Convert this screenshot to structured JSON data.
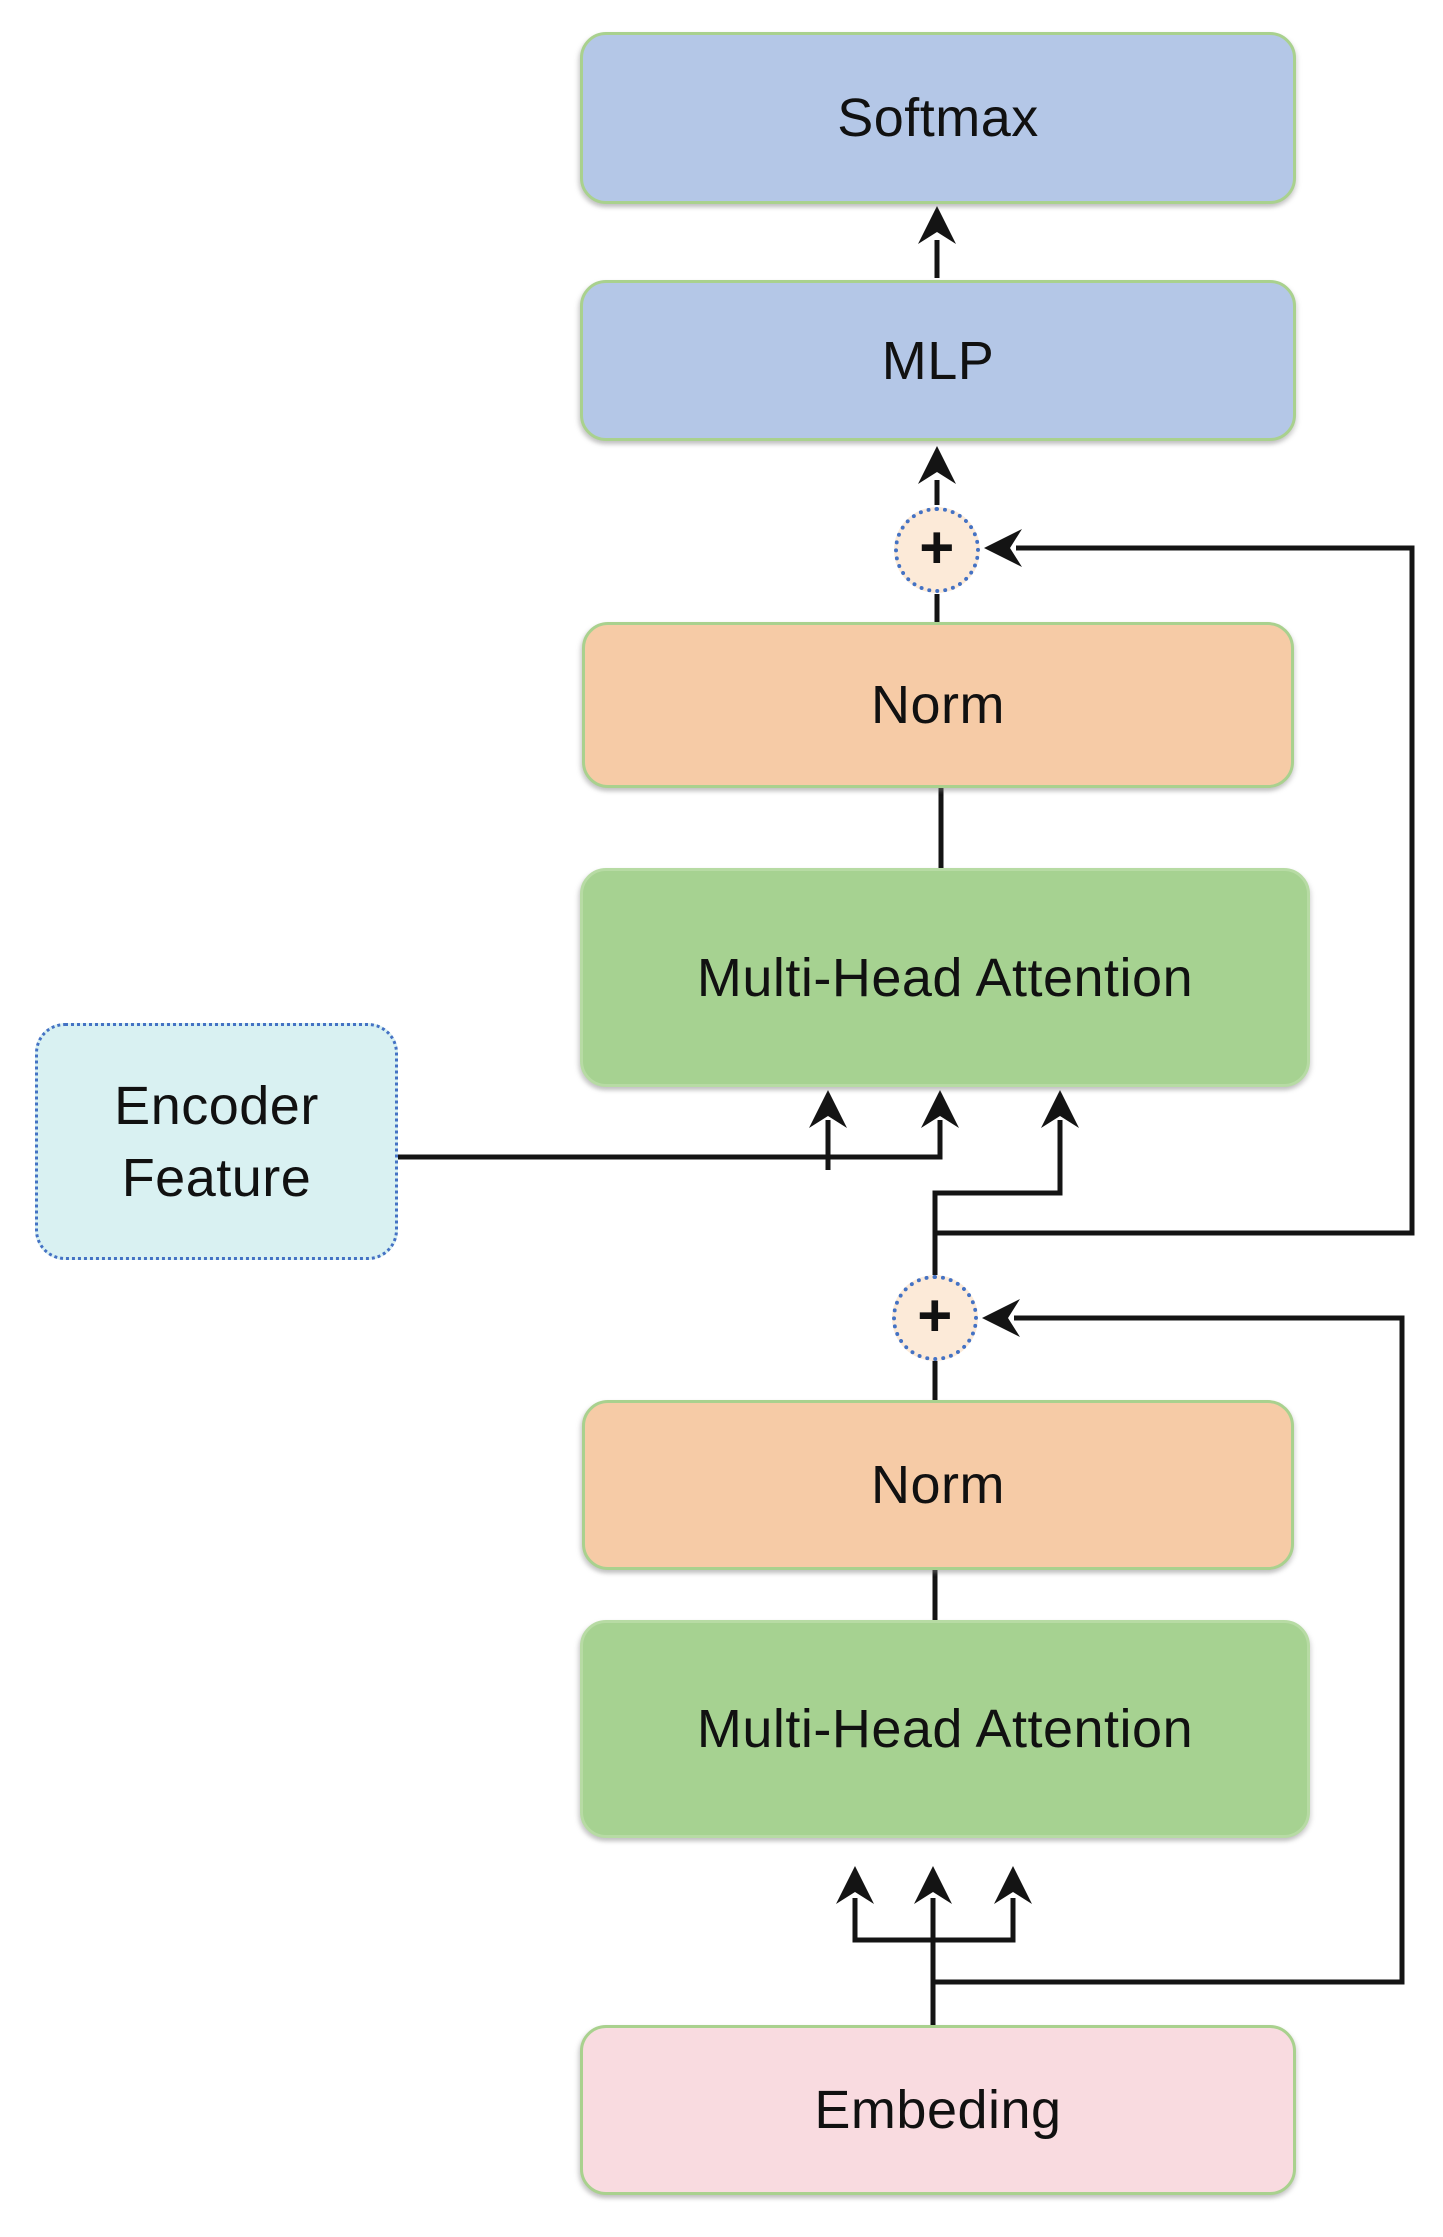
{
  "diagram": {
    "type": "flowchart",
    "description": "Transformer decoder block architecture",
    "nodes": {
      "softmax": {
        "label": "Softmax",
        "fill": "#b4c7e7"
      },
      "mlp": {
        "label": "MLP",
        "fill": "#b4c7e7"
      },
      "add_top": {
        "symbol": "+",
        "fill": "#fcead8",
        "border": "#4472c4"
      },
      "norm_top": {
        "label": "Norm",
        "fill": "#f6cba6"
      },
      "mha_top": {
        "label": "Multi-Head Attention",
        "fill": "#a6d291"
      },
      "encoder_feature": {
        "label": "Encoder\nFeature",
        "fill": "#d9f1f2",
        "border": "#4472c4"
      },
      "add_bottom": {
        "symbol": "+",
        "fill": "#fcead8",
        "border": "#4472c4"
      },
      "norm_bottom": {
        "label": "Norm",
        "fill": "#f6cba6"
      },
      "mha_bottom": {
        "label": "Multi-Head Attention",
        "fill": "#a6d291"
      },
      "embedding": {
        "label": "Embeding",
        "fill": "#f9dbe0"
      }
    },
    "edges": [
      "Embeding -> Multi-Head Attention (bottom, three arrows)",
      "Embeding -> + (bottom, residual skip from right)",
      "+ (bottom) -> Norm (bottom)",
      "Norm (bottom) -> Multi-Head Attention (bottom)... wait",
      "Norm (bottom) sits between + (bottom) and Multi-Head Attention (bottom)",
      "+ (bottom) output -> Multi-Head Attention (top, right arrow)",
      "+ (bottom) output -> + (top, residual skip from right)",
      "Encoder Feature -> Multi-Head Attention (top, left and middle arrows)",
      "Multi-Head Attention (top) -> Norm (top)",
      "Norm (top) -> + (top)",
      "+ (top) -> MLP",
      "MLP -> Softmax"
    ],
    "colors": {
      "line": "#141414",
      "green_border": "#a9d18e",
      "blue_dotted_border": "#4472c4"
    }
  }
}
